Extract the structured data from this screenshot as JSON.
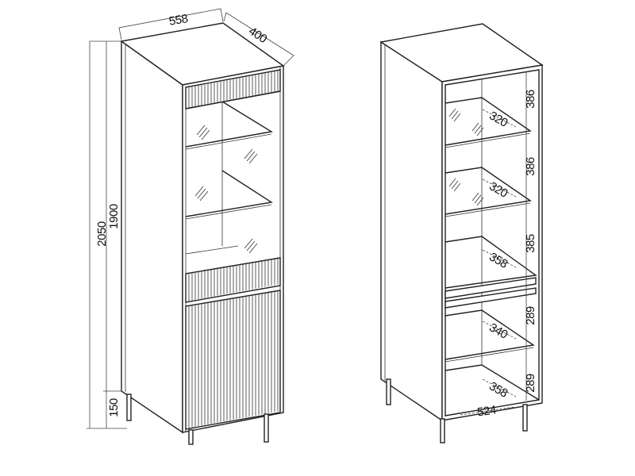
{
  "left_cabinet": {
    "width": "558",
    "depth": "400",
    "total_height": "2050",
    "body_height": "1900",
    "leg_height": "150"
  },
  "right_cabinet": {
    "compartment_heights": [
      "386",
      "386",
      "385",
      "289",
      "289"
    ],
    "shelf_depths": [
      "320",
      "320",
      "358",
      "340",
      "358"
    ],
    "inner_width": "524"
  },
  "colors": {
    "line": "#222222",
    "background": "#ffffff"
  }
}
